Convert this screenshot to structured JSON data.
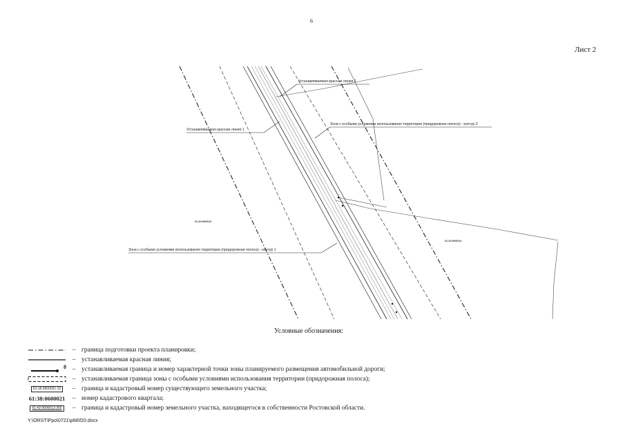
{
  "page": {
    "number": "6",
    "sheet": "Лист 2"
  },
  "map": {
    "labels": {
      "red_line_2": "Устанавливаемая красная линия 2",
      "red_line_1": "Устанавливаемая красная линия 1",
      "zone_contour_3": "Зона с особыми условиями использования территории (придорожная полоса) - контур 3",
      "zone_contour_1": "Зона с особыми условиями использования территории (придорожная полоса) - контур 1",
      "quarter_left": "61:42:0600016",
      "quarter_right": "61:42:0600014"
    }
  },
  "legend": {
    "title": "Условные обозначения:",
    "items": [
      {
        "text": "граница подготовки проекта планировки;"
      },
      {
        "text": "устанавливаемая красная линия;"
      },
      {
        "symbol_label": "8",
        "text": "устанавливаемая граница и номер характерной точки зоны планируемого размещения автомобильной дороги;"
      },
      {
        "text": "устанавливаемая граница зоны с особыми условиями использования территории (придорожная полоса);"
      },
      {
        "symbol_label": "61:18:0600021:15",
        "text": "граница и кадастровый номер существующего земельного участка;"
      },
      {
        "symbol_label": "61:38:0600021",
        "text": "номер кадастрового квартала;"
      },
      {
        "symbol_label": "61:42:0600013:365",
        "text": "граница и кадастровый номер земельного участка, находящегося в собственности Ростовской области."
      }
    ]
  },
  "footer": {
    "path": "Y:\\ORST\\Ppo\\0721\\p68\\f20.docx"
  }
}
